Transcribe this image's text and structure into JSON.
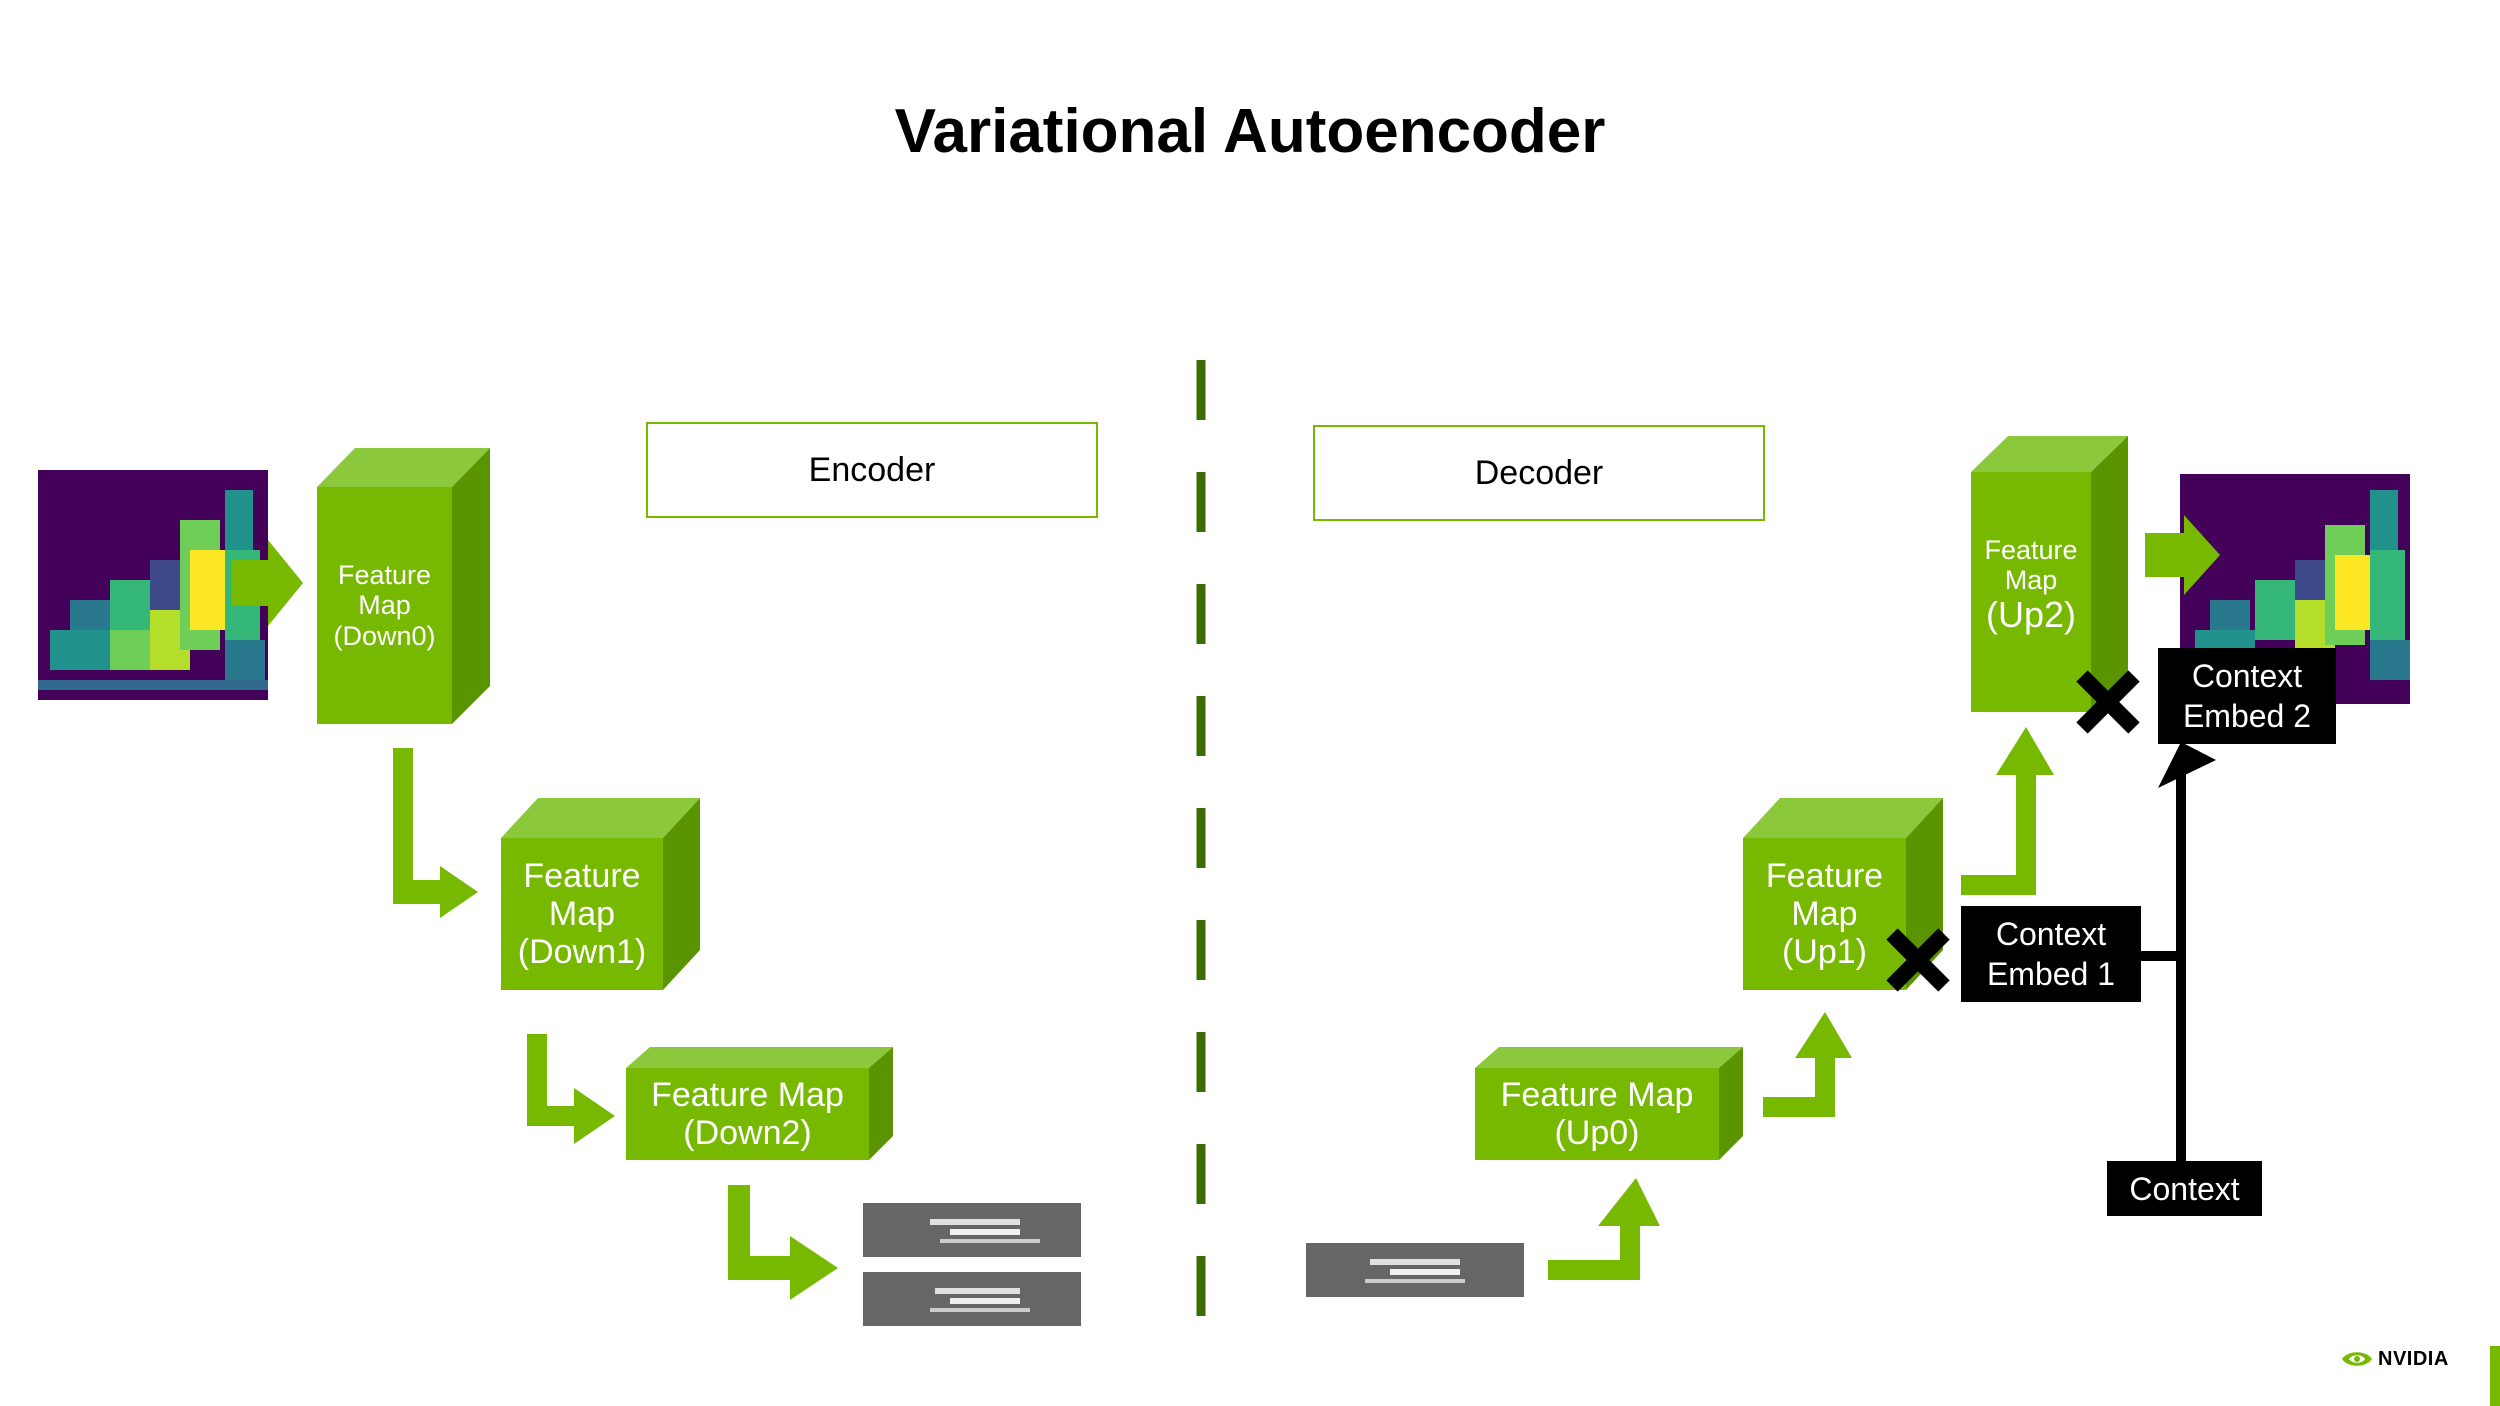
{
  "title": "Variational Autoencoder",
  "labels": {
    "encoder": "Encoder",
    "decoder": "Decoder"
  },
  "feature_maps": {
    "down0": "Feature\nMap\n(Down0)",
    "down1": "Feature\nMap\n(Down1)",
    "down2": "Feature Map\n(Down2)",
    "up0": "Feature Map\n(Up0)",
    "up1": "Feature\nMap\n(Up1)",
    "up2_line1": "Feature\nMap",
    "up2_line2": "(Up2)"
  },
  "context": {
    "embed1": "Context\nEmbed 1",
    "embed2": "Context\nEmbed 2",
    "context": "Context"
  },
  "logo": {
    "text": "NVIDIA"
  },
  "colors": {
    "green": "#76b900",
    "green_top": "#8cc83c",
    "green_side": "#5a9400",
    "divider": "#3d6b00",
    "viridis_bg": "#44015a",
    "latent_gray": "#666666"
  }
}
